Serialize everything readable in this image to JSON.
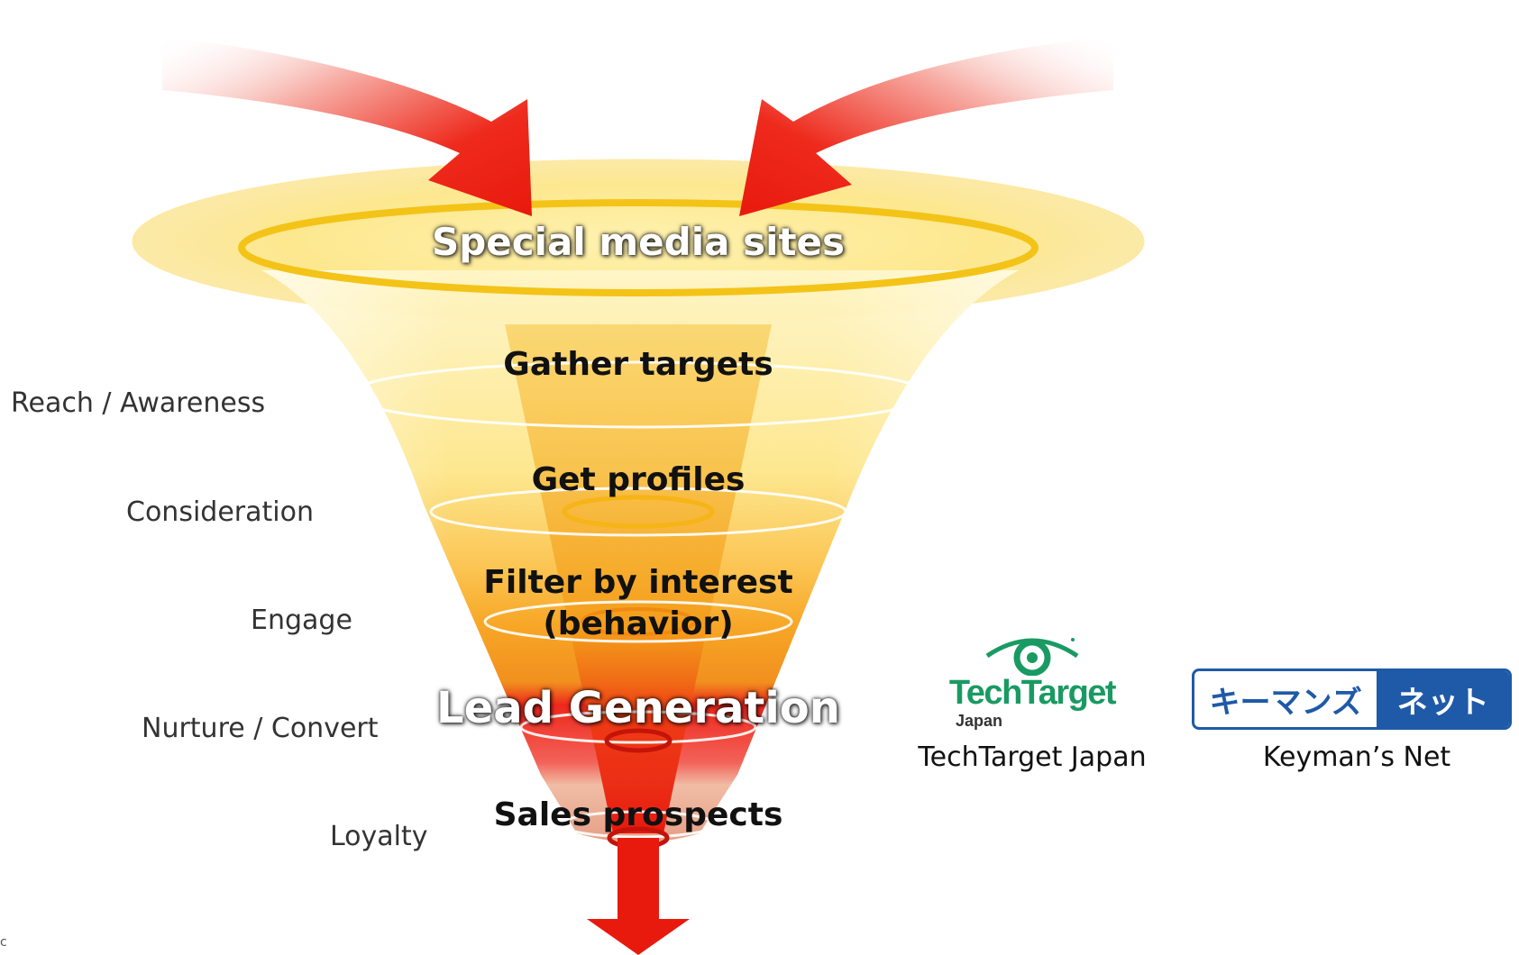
{
  "funnel": {
    "top_label": "Special media sites",
    "levels": [
      {
        "label": "Gather targets",
        "stage": "Reach / Awareness"
      },
      {
        "label": "Get profiles",
        "stage": "Consideration"
      },
      {
        "label": "Filter by interest (behavior)",
        "stage": "Engage"
      },
      {
        "label": "Lead Generation",
        "stage": "Nurture / Convert"
      },
      {
        "label": "Sales prospects",
        "stage": "Loyalty"
      }
    ],
    "filter_line1": "Filter by interest",
    "filter_line2": "(behavior)"
  },
  "logos": {
    "techtarget": {
      "wordmark": "TechTarget",
      "sub": "Japan",
      "caption": "TechTarget Japan"
    },
    "keyman": {
      "left_text": "キーマンズ",
      "right_text": "ネット",
      "caption": "Keyman’s Net"
    }
  },
  "corner_mark": "c",
  "colors": {
    "funnel_yellow": "#fde68a",
    "funnel_orange": "#f7a21b",
    "funnel_red": "#ee1c10",
    "arrow_red": "#e8190d",
    "techtarget_green": "#1a9a63",
    "keyman_blue": "#1f5aa8"
  }
}
